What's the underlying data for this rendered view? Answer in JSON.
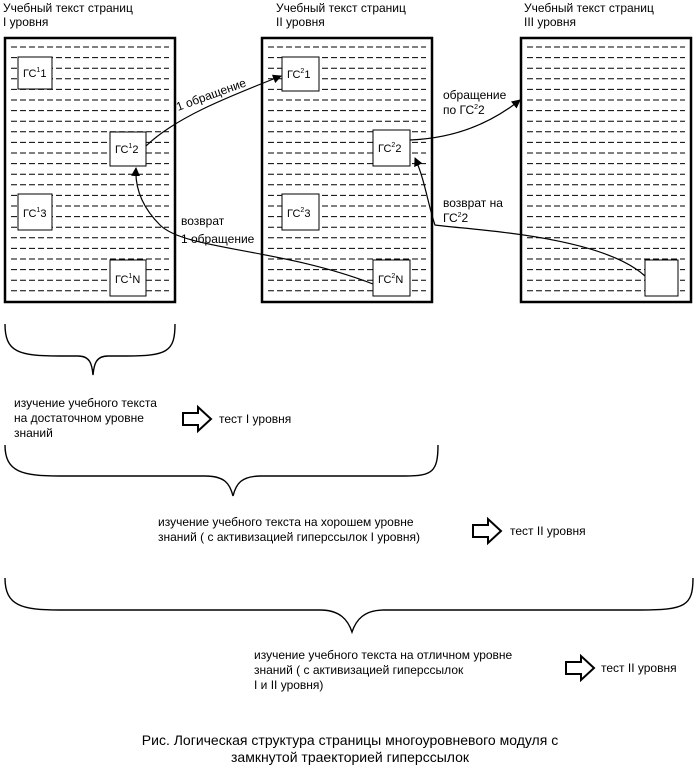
{
  "columns": [
    {
      "title_line1": "Учебный текст страниц",
      "title_line2": "I уровня"
    },
    {
      "title_line1": "Учебный текст страниц",
      "title_line2": "II уровня"
    },
    {
      "title_line1": "Учебный текст страниц",
      "title_line2": "III уровня"
    }
  ],
  "hyperlinks": {
    "prefix": "ГС",
    "page1": [
      {
        "level": "1",
        "num": "1"
      },
      {
        "level": "1",
        "num": "2"
      },
      {
        "level": "1",
        "num": "3"
      },
      {
        "level": "1",
        "num": "N"
      }
    ],
    "page2": [
      {
        "level": "2",
        "num": "1"
      },
      {
        "level": "2",
        "num": "2"
      },
      {
        "level": "2",
        "num": "3"
      },
      {
        "level": "2",
        "num": "N"
      }
    ]
  },
  "arrows": {
    "first_call": "1 обращение",
    "return_line1": "возврат",
    "return_line2": "1 обращение",
    "call_line1": "обращение",
    "call_line2_prefix": "по ГС",
    "call_line2_sup": "2",
    "call_line2_suffix": "2",
    "return2_line1": "возврат на",
    "return2_line2_prefix": "ГС",
    "return2_line2_sup": "2",
    "return2_line2_suffix": "2"
  },
  "levels": [
    {
      "desc": [
        "изучение учебного текста",
        "на достаточном уровне",
        "знаний"
      ],
      "test": "тест I уровня"
    },
    {
      "desc": [
        "изучение учебного текста на хорошем уровне",
        "знаний ( с активизацией гиперссылок I уровня)"
      ],
      "test": "тест II уровня"
    },
    {
      "desc": [
        "изучение учебного текста на отличном уровне",
        "знаний ( с активизацией гиперссылок",
        "I и II уровня)"
      ],
      "test": "тест II уровня"
    }
  ],
  "caption": {
    "line1": "Рис. Логическая структура страницы многоуровневого модуля с",
    "line2": "замкнутой траекторией гиперссылок"
  }
}
